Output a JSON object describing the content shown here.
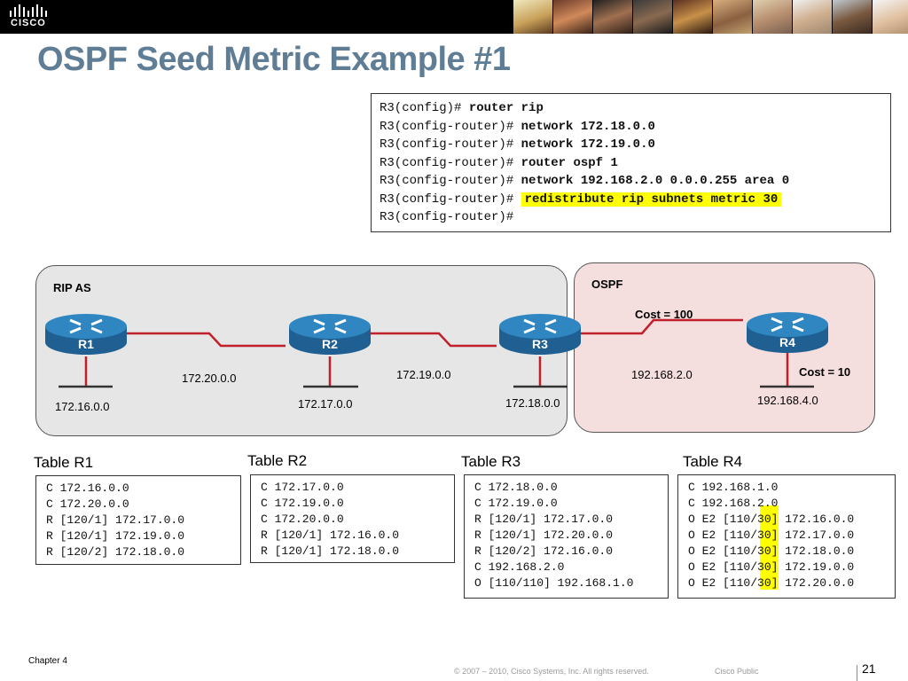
{
  "header": {
    "logo_text": "CISCO",
    "photos": [
      "photo-1",
      "photo-2",
      "photo-3",
      "photo-4",
      "photo-5",
      "photo-6",
      "photo-7",
      "photo-8",
      "photo-9",
      "photo-10"
    ],
    "bg_color": "#000000"
  },
  "title": "OSPF Seed Metric Example #1",
  "config": {
    "lines": [
      {
        "prompt": "R3(config)# ",
        "cmd": "router rip"
      },
      {
        "prompt": "R3(config-router)# ",
        "cmd": "network 172.18.0.0"
      },
      {
        "prompt": "R3(config-router)# ",
        "cmd": "network 172.19.0.0"
      },
      {
        "prompt": "R3(config-router)# ",
        "cmd": "router ospf 1"
      },
      {
        "prompt": "R3(config-router)# ",
        "cmd": "network 192.168.2.0 0.0.0.255 area 0"
      },
      {
        "prompt": "R3(config-router)#",
        "cmd": "redistribute rip subnets metric 30"
      },
      {
        "prompt": "R3(config-router)#",
        "cmd": ""
      }
    ]
  },
  "topology": {
    "rip_label": "RIP AS",
    "ospf_label": "OSPF",
    "routers": [
      "R1",
      "R2",
      "R3",
      "R4"
    ],
    "networks": {
      "n_172_20": "172.20.0.0",
      "n_172_19": "172.19.0.0",
      "n_192_168_2": "192.168.2.0",
      "n_172_16": "172.16.0.0",
      "n_172_17": "172.17.0.0",
      "n_172_18": "172.18.0.0",
      "n_192_168_4": "192.168.4.0"
    },
    "cost_100": "Cost = 100",
    "cost_10": "Cost = 10",
    "colors": {
      "link": "#c0202a",
      "router": "#1f6fa8",
      "rip_bg": "#e6e6e6",
      "ospf_bg": "#f5dede"
    }
  },
  "tables": {
    "r1": {
      "title": "Table R1",
      "rows": [
        "C 172.16.0.0",
        "C 172.20.0.0",
        "R [120/1] 172.17.0.0",
        "R [120/1] 172.19.0.0",
        "R [120/2] 172.18.0.0"
      ]
    },
    "r2": {
      "title": "Table R2",
      "rows": [
        "C 172.17.0.0",
        "C 172.19.0.0",
        "C 172.20.0.0",
        "R [120/1] 172.16.0.0",
        "R [120/1] 172.18.0.0"
      ]
    },
    "r3": {
      "title": "Table R3",
      "rows": [
        "C 172.18.0.0",
        "C 172.19.0.0",
        "R [120/1] 172.17.0.0",
        "R [120/1] 172.20.0.0",
        "R [120/2] 172.16.0.0",
        "C 192.168.2.0",
        "O [110/110] 192.168.1.0"
      ]
    },
    "r4": {
      "title": "Table R4",
      "rows": [
        "C 192.168.1.0",
        "C 192.168.2.0",
        "O E2 [110/30] 172.16.0.0",
        "O E2 [110/30] 172.17.0.0",
        "O E2 [110/30] 172.18.0.0",
        "O E2 [110/30] 172.19.0.0",
        "O E2 [110/30] 172.20.0.0"
      ],
      "highlight_color": "#ffff00"
    }
  },
  "footer": {
    "chapter": "Chapter 4",
    "copyright": "© 2007 – 2010, Cisco Systems, Inc. All rights reserved.",
    "public": "Cisco Public",
    "page": "21"
  }
}
